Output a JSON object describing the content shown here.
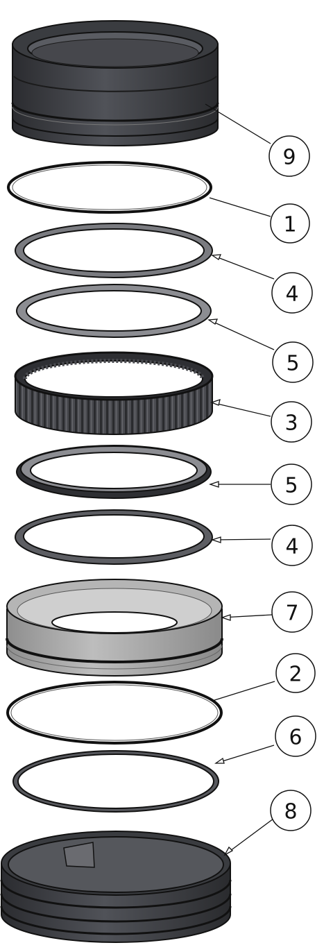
{
  "diagram": {
    "type": "exploded-assembly",
    "callouts": [
      {
        "id": "9",
        "part": "upper-housing"
      },
      {
        "id": "1",
        "part": "thin-ring"
      },
      {
        "id": "4",
        "part": "flat-washer-ring"
      },
      {
        "id": "5",
        "part": "flat-washer-ring"
      },
      {
        "id": "3",
        "part": "ribbed-ring"
      },
      {
        "id": "5",
        "part": "flat-washer-ring"
      },
      {
        "id": "4",
        "part": "flat-washer-ring"
      },
      {
        "id": "7",
        "part": "gray-band"
      },
      {
        "id": "2",
        "part": "thin-ring"
      },
      {
        "id": "6",
        "part": "thin-ring"
      },
      {
        "id": "8",
        "part": "lower-housing"
      }
    ],
    "colors": {
      "dark_part": "#3a3c40",
      "dark_part_shade": "#2a2b2e",
      "gray_part": "#a9a9a9",
      "outline": "#111111"
    }
  }
}
